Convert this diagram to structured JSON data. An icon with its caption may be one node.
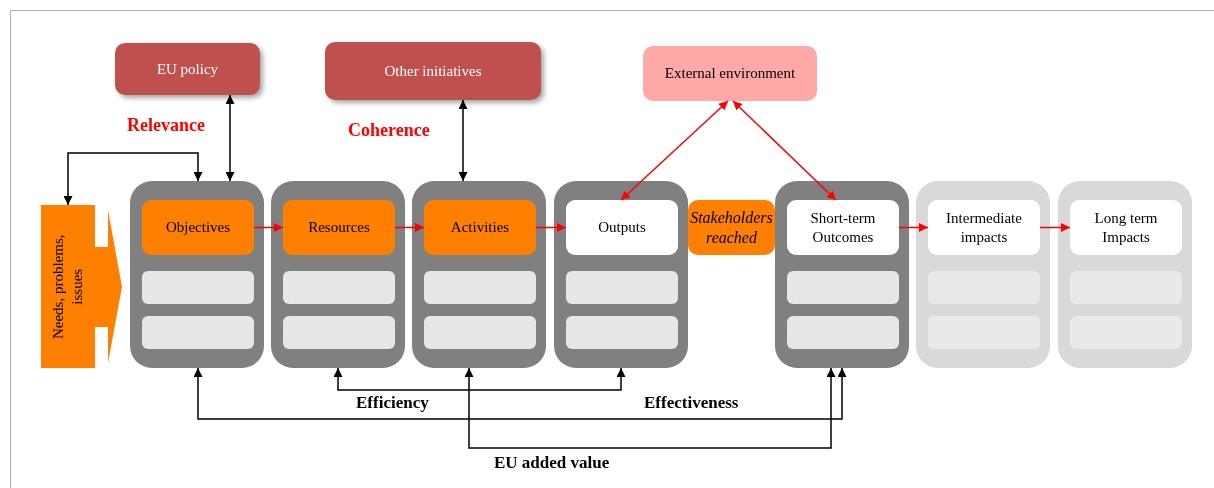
{
  "diagram": {
    "nodes": [
      {
        "text": [
          "EU policy"
        ]
      },
      {
        "text": [
          "Other initiatives"
        ]
      },
      {
        "text": [
          "External environment"
        ]
      },
      {
        "text": [
          "Needs, problems, issues"
        ]
      },
      {
        "text": [],
        "shape": "box"
      },
      {
        "text": [
          "Objectives"
        ],
        "in": 4
      },
      {
        "text": [],
        "shape": "box",
        "in": 4
      },
      {
        "text": [],
        "shape": "box",
        "in": 4
      },
      {
        "text": [],
        "shape": "box"
      },
      {
        "text": [
          "Resources"
        ],
        "in": 8
      },
      {
        "text": [],
        "shape": "box",
        "in": 8
      },
      {
        "text": [],
        "shape": "box",
        "in": 8
      },
      {
        "text": [],
        "shape": "box"
      },
      {
        "text": [
          "Activities"
        ],
        "in": 12
      },
      {
        "text": [],
        "shape": "box",
        "in": 12
      },
      {
        "text": [],
        "shape": "box",
        "in": 12
      },
      {
        "text": [],
        "shape": "box"
      },
      {
        "text": [
          "Outputs"
        ],
        "in": 16
      },
      {
        "text": [],
        "shape": "box",
        "in": 16
      },
      {
        "text": [],
        "shape": "box",
        "in": 16
      },
      {
        "text": [
          "Stakeholders reached"
        ]
      },
      {
        "text": [],
        "shape": "box"
      },
      {
        "text": [
          "Short-term Outcomes"
        ],
        "in": 21
      },
      {
        "text": [],
        "shape": "box",
        "in": 21
      },
      {
        "text": [],
        "shape": "box",
        "in": 21
      },
      {
        "text": [],
        "shape": "box"
      },
      {
        "text": [
          "Intermediate impacts"
        ],
        "in": 25
      },
      {
        "text": [],
        "shape": "box",
        "in": 25
      },
      {
        "text": [],
        "shape": "box",
        "in": 25
      },
      {
        "text": [],
        "shape": "box"
      },
      {
        "text": [
          "Long term Impacts"
        ],
        "in": 29
      },
      {
        "text": [],
        "shape": "box",
        "in": 29
      },
      {
        "text": [],
        "shape": "box",
        "in": 29
      }
    ],
    "edges": [
      {
        "from": 4,
        "to": 3,
        "arrow": "both",
        "color": "#000000"
      },
      {
        "from": 0,
        "to": 4,
        "arrow": "both",
        "color": "#000000"
      },
      {
        "from": 1,
        "to": 12,
        "arrow": "both",
        "color": "#000000"
      },
      {
        "from": 2,
        "to": 17,
        "arrow": "both"
      },
      {
        "from": 2,
        "to": 22,
        "arrow": "both"
      },
      {
        "from": 5,
        "to": 9,
        "arrow": "to"
      },
      {
        "from": 9,
        "to": 13,
        "arrow": "to"
      },
      {
        "from": 13,
        "to": 17,
        "arrow": "to"
      },
      {
        "from": 22,
        "to": 26,
        "arrow": "to"
      },
      {
        "from": 26,
        "to": 30,
        "arrow": "to"
      },
      {
        "from": 8,
        "to": 16,
        "arrow": "both",
        "color": "#000000"
      },
      {
        "from": 4,
        "to": 21,
        "arrow": "both",
        "color": "#000000"
      },
      {
        "from": 12,
        "to": 21,
        "arrow": "both",
        "color": "#000000"
      }
    ],
    "labels": [
      "Relevance",
      "Coherence",
      "Efficiency",
      "Effectiveness",
      "EU added value"
    ]
  }
}
